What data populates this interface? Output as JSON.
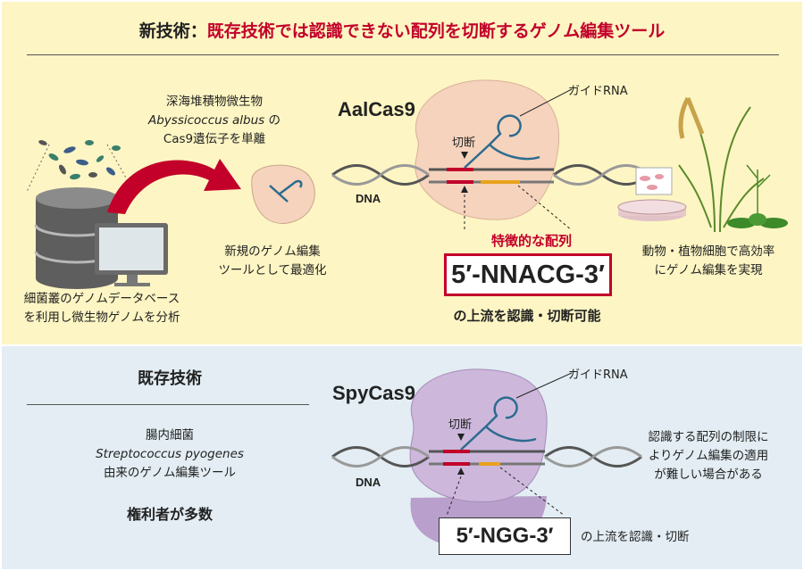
{
  "header": {
    "prefix": "新技術：",
    "title": "既存技術では認識できない配列を切断するゲノム編集ツール"
  },
  "top": {
    "database_caption": [
      "細菌叢のゲノムデータベース",
      "を利用し微生物ゲノムを分析"
    ],
    "source_line1": "深海堆積物微生物",
    "source_species": "Abyssicoccus albus",
    "source_no": "の",
    "source_line3": "Cas9遺伝子を単離",
    "optimize_caption": [
      "新規のゲノム編集",
      "ツールとして最適化"
    ],
    "enzyme_name": "AalCas9",
    "guide_label": "ガイドRNA",
    "cut_label": "切断",
    "dna_label": "DNA",
    "feature_label": "特徴的な配列",
    "pam": "5′-NNACG-3′",
    "upstream_caption": "の上流を認識・切断可能",
    "result_caption": [
      "動物・植物細胞で高効率",
      "にゲノム編集を実現"
    ]
  },
  "bottom": {
    "heading": "既存技術",
    "source_line1": "腸内細菌",
    "source_species": "Streptococcus pyogenes",
    "source_line3": "由来のゲノム編集ツール",
    "rights": "権利者が多数",
    "enzyme_name": "SpyCas9",
    "guide_label": "ガイドRNA",
    "cut_label": "切断",
    "dna_label": "DNA",
    "pam": "5′-NGG-3′",
    "upstream_caption": "の上流を認識・切断",
    "limitation": [
      "認識する配列の制限に",
      "よりゲノム編集の適用",
      "が難しい場合がある"
    ]
  },
  "colors": {
    "accent": "#c2002a",
    "top_bg": "#fdf5c3",
    "bottom_bg": "#e3edf3",
    "aal_protein": "#f6d3bd",
    "spy_protein": "#cdb8dc",
    "pam_segment": "#e9a21b"
  }
}
